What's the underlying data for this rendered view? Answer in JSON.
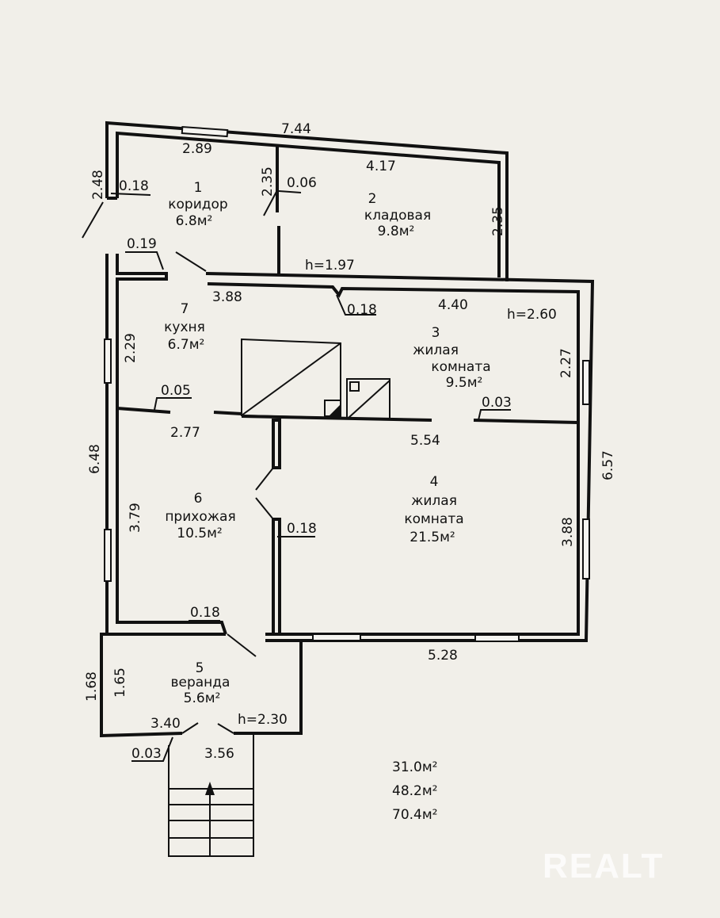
{
  "rooms": [
    {
      "num": "1",
      "name": "коридор",
      "area": "6.8м²"
    },
    {
      "num": "2",
      "name": "кладовая",
      "area": "9.8м²"
    },
    {
      "num": "3",
      "name": "жилая",
      "name2": "комната",
      "area": "9.5м²"
    },
    {
      "num": "4",
      "name": "жилая",
      "name2": "комната",
      "area": "21.5м²"
    },
    {
      "num": "5",
      "name": "веранда",
      "area": "5.6м²"
    },
    {
      "num": "6",
      "name": "прихожая",
      "area": "10.5м²"
    },
    {
      "num": "7",
      "name": "кухня",
      "area": "6.7м²"
    }
  ],
  "dimensions": {
    "top_total": "7.44",
    "corridor_top": "2.89",
    "storage_top": "4.17",
    "corridor_left": "2.48",
    "corridor_wall": "0.18",
    "partition_h": "2.35",
    "partition_wall": "0.06",
    "storage_right": "2.35",
    "kitchen_stub": "0.19",
    "height_attic": "h=1.97",
    "kitchen_top": "3.88",
    "main_wall": "0.18",
    "room3_top": "4.40",
    "height_main": "h=2.60",
    "kitchen_left": "2.29",
    "room3_right": "2.27",
    "kitchen_wall": "0.05",
    "room3_wall": "0.03",
    "kitchen_bottom": "2.77",
    "room3_bottom": "5.54",
    "left_total": "6.48",
    "right_total": "6.57",
    "hall_left": "3.79",
    "hall_wall": "0.18",
    "room4_right": "3.88",
    "hall_bottom_wall": "0.18",
    "room4_bottom": "5.28",
    "veranda_outer": "1.68",
    "veranda_inner": "1.65",
    "veranda_width": "3.40",
    "height_veranda": "h=2.30",
    "veranda_wall": "0.03",
    "veranda_outer_width": "3.56"
  },
  "totals": [
    "31.0м²",
    "48.2м²",
    "70.4м²"
  ],
  "watermark": "REALT"
}
